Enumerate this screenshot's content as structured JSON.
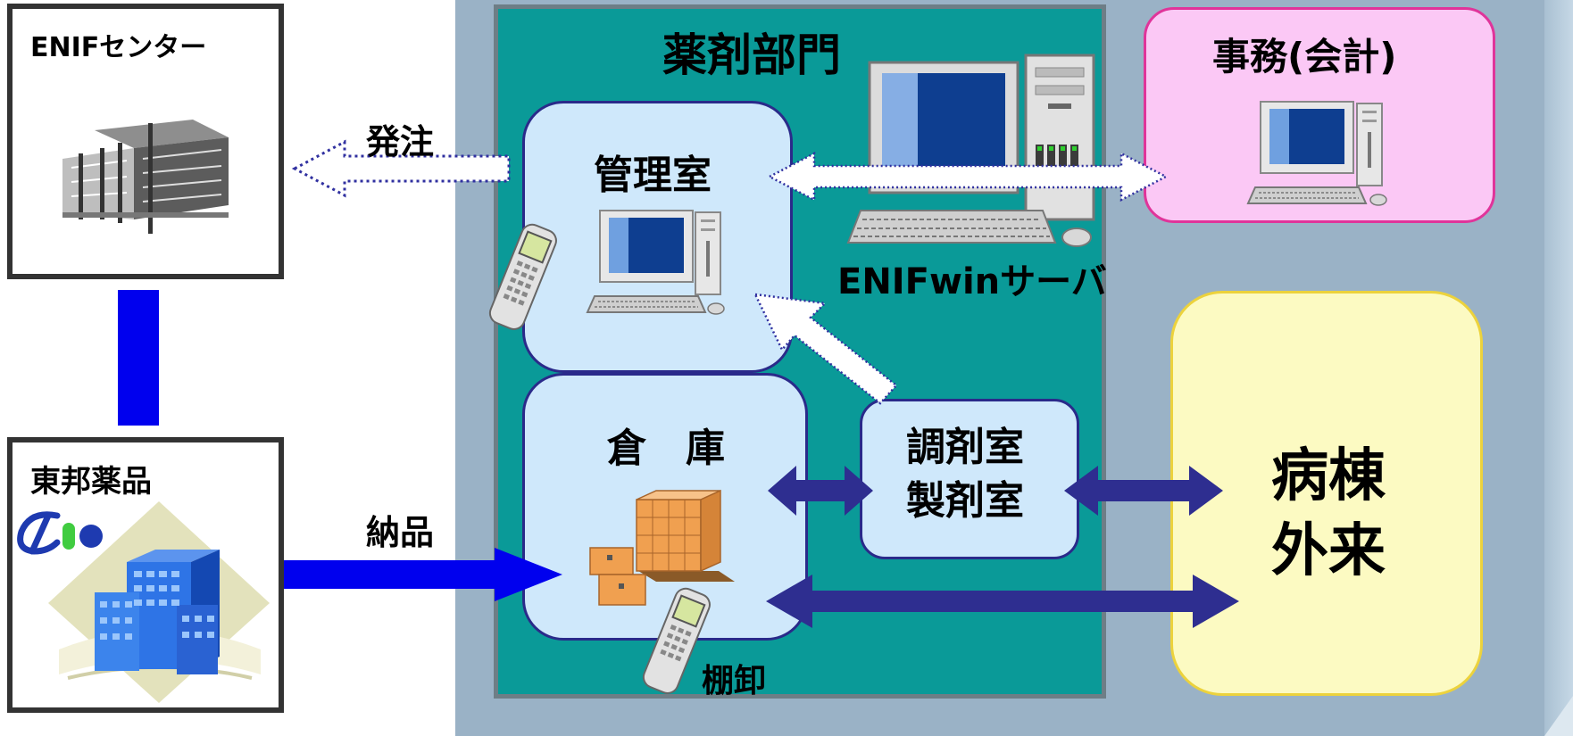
{
  "enif_center": {
    "title": "ENIFセンター"
  },
  "toho": {
    "title": "東邦薬品"
  },
  "arrows": {
    "order": "発注",
    "delivery": "納品"
  },
  "pharmacy": {
    "title": "薬剤部門",
    "management_room": "管理室",
    "warehouse": "倉　庫",
    "dispensing_room_line1": "調剤室",
    "dispensing_room_line2": "製剤室",
    "server": "ENIFwinサーバ",
    "inventory": "棚卸"
  },
  "accounting": {
    "title": "事務(会計)"
  },
  "ward": {
    "line1": "病棟",
    "line2": "外来"
  },
  "colors": {
    "outer_panel": "#9ab2c6",
    "pharmacy_bg": "#0a9a98",
    "room_bg": "#cfe8fb",
    "accounting_bg": "#fbc8f5",
    "ward_bg": "#fcfac2",
    "arrow_navy": "#2e2e90",
    "arrow_blue": "#0000ee"
  }
}
